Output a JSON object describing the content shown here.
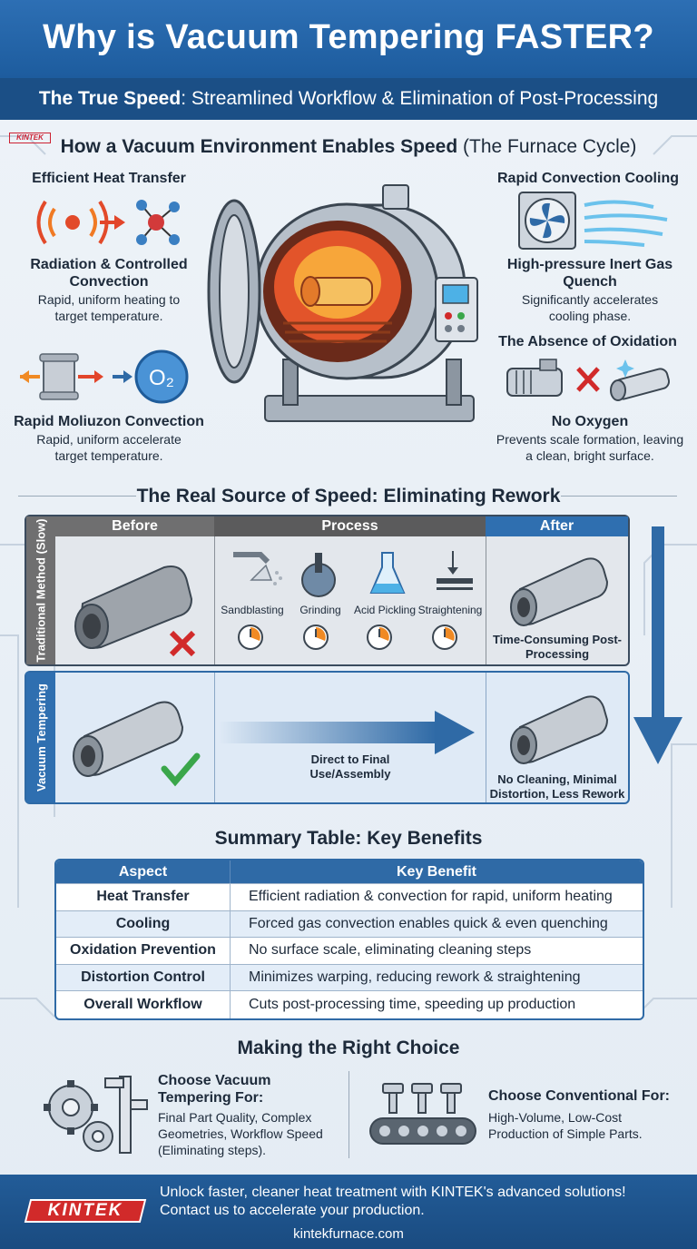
{
  "header": {
    "title": "Why is Vacuum Tempering FASTER?",
    "subtitle_bold": "The True Speed",
    "subtitle_rest": ": Streamlined Workflow & Elimination of Post-Processing"
  },
  "small_logo": "KINTEK",
  "furnace_section": {
    "title_bold": "How a Vacuum Environment Enables Speed",
    "title_light": " (The Furnace Cycle)",
    "left": [
      {
        "heading": "Efficient Heat Transfer",
        "title": "Radiation & Controlled Convection",
        "text": "Rapid, uniform heating to target temperature."
      },
      {
        "title": "Rapid Moliuzon Convection",
        "text": "Rapid, uniform accelerate target temperature.",
        "badge": "O₂"
      }
    ],
    "right": [
      {
        "heading": "Rapid Convection Cooling",
        "title": "High-pressure Inert Gas Quench",
        "text": "Significantly accelerates cooling phase."
      },
      {
        "heading": "The Absence of Oxidation",
        "title": "No Oxygen",
        "text": "Prevents scale formation, leaving a clean, bright surface."
      }
    ]
  },
  "rework_section": {
    "title": "The Real Source of Speed: Eliminating Rework",
    "columns": {
      "before": "Before",
      "process": "Process",
      "after": "After"
    },
    "traditional": {
      "label": "Traditional Method (Slow)",
      "steps": [
        "Sandblasting",
        "Grinding",
        "Acid Pickling",
        "Straightening"
      ],
      "after_text": "Time-Consuming Post-Processing"
    },
    "vacuum": {
      "label": "Vacuum Tempering",
      "middle_text": "Direct to Final Use/Assembly",
      "after_text": "No Cleaning, Minimal Distortion, Less Rework"
    }
  },
  "summary": {
    "title": "Summary Table: Key Benefits",
    "headers": [
      "Aspect",
      "Key Benefit"
    ],
    "rows": [
      {
        "aspect": "Heat Transfer",
        "benefit": "Efficient radiation & convection for rapid, uniform heating"
      },
      {
        "aspect": "Cooling",
        "benefit": "Forced gas convection enables quick & even quenching"
      },
      {
        "aspect": "Oxidation Prevention",
        "benefit": "No surface scale, eliminating cleaning steps"
      },
      {
        "aspect": "Distortion Control",
        "benefit": "Minimizes warping, reducing rework & straightening"
      },
      {
        "aspect": "Overall Workflow",
        "benefit": "Cuts post-processing time, speeding up production"
      }
    ]
  },
  "choice": {
    "title": "Making the Right Choice",
    "vacuum": {
      "title": "Choose Vacuum Tempering For:",
      "text": "Final Part Quality, Complex Geometries, Workflow Speed (Eliminating steps)."
    },
    "conventional": {
      "title": "Choose Conventional For:",
      "text": "High-Volume, Low-Cost Production of Simple Parts."
    }
  },
  "footer": {
    "logo": "KINTEK",
    "line1": "Unlock faster, cleaner heat treatment with KINTEK's advanced solutions!",
    "line2": "Contact us to accelerate your production.",
    "url": "kintekfurnace.com"
  },
  "colors": {
    "primary": "#2f6aa6",
    "dark": "#1b4f86",
    "red": "#d12a2a",
    "green": "#3aa64a",
    "orange": "#f08a24"
  }
}
